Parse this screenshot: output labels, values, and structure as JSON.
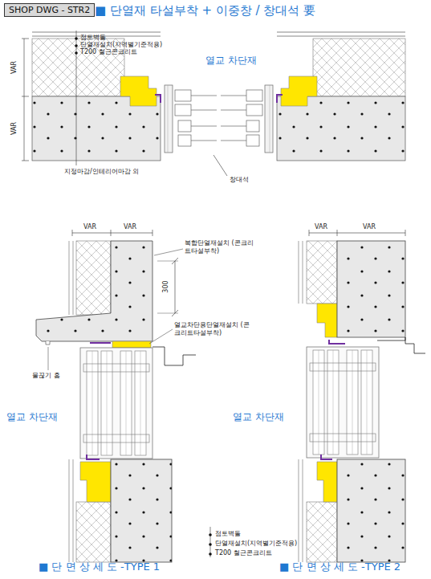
{
  "diagram": {
    "title": "■ 단열재 타설부착 + 이중창 / 창대석 要",
    "nodes": [
      {
        "text": [
          "SHOP DWG - STR2"
        ]
      }
    ],
    "labels": [
      "점토벽돌",
      "단열재설치(지역별기준적용)",
      "T200 철근콘크리트",
      "열교 차단재",
      "VAR",
      "VAR",
      "지정마감/인테리어마감 외",
      "창대석",
      "VAR",
      "VAR",
      "VAR",
      "VAR",
      "복합단열재설치 (콘크리트타설부착)",
      "300",
      "열교차단용단열재설치 (콘크리트타설부착)",
      "물끊기 홈",
      "열교 차단재",
      "열교 차단재",
      "점토벽돌",
      "단열재설치(지역별기준적용)",
      "T200 철근콘크리트",
      "■ 단 면 상 세 도 -TYPE 1",
      "■ 단 면 상 세 도 -TYPE 2"
    ]
  }
}
